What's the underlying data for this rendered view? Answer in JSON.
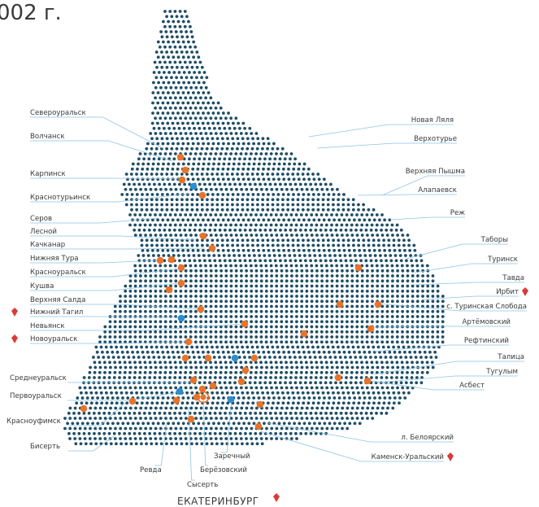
{
  "header": {
    "year_fragment": "002 г."
  },
  "colors": {
    "grid_dot": "#1f4e66",
    "city_orange": "#e8742a",
    "city_blue": "#2b8ed3",
    "leader_line": "#8fc3e6",
    "pin": "#d93a3a",
    "text": "#3a3a3a"
  },
  "legend_icons": {
    "pin": "map-pin-icon"
  },
  "capital": {
    "name": "ЕКАТЕРИНБУРГ"
  },
  "cities": [
    {
      "name": "Североуральск"
    },
    {
      "name": "Волчанск"
    },
    {
      "name": "Карпинск"
    },
    {
      "name": "Краснотурьинск"
    },
    {
      "name": "Серов"
    },
    {
      "name": "Лесной"
    },
    {
      "name": "Качканар"
    },
    {
      "name": "Нижняя Тура"
    },
    {
      "name": "Красноуральск"
    },
    {
      "name": "Кушва"
    },
    {
      "name": "Верхняя Салда"
    },
    {
      "name": "Нижний Тагил",
      "pin": true
    },
    {
      "name": "Невьянск"
    },
    {
      "name": "Новоуральск",
      "pin": true
    },
    {
      "name": "Среднеуральск"
    },
    {
      "name": "Первоуральск"
    },
    {
      "name": "Красноуфимск"
    },
    {
      "name": "Бисерть"
    },
    {
      "name": "Ревда"
    },
    {
      "name": "Сысерть"
    },
    {
      "name": "Берёзовский"
    },
    {
      "name": "Заречный"
    },
    {
      "name": "Новая Ляля"
    },
    {
      "name": "Верхотурье"
    },
    {
      "name": "Верхняя Пышма"
    },
    {
      "name": "Алапаевск"
    },
    {
      "name": "Реж"
    },
    {
      "name": "Таборы"
    },
    {
      "name": "Туринск"
    },
    {
      "name": "Тавда"
    },
    {
      "name": "Ирбит",
      "pin": true
    },
    {
      "name": "с. Туринская Слобода"
    },
    {
      "name": "Артёмовский"
    },
    {
      "name": "Рефтинский"
    },
    {
      "name": "Талица"
    },
    {
      "name": "Тугулым"
    },
    {
      "name": "Асбест"
    },
    {
      "name": "л. Белоярский"
    },
    {
      "name": "Каменск-Уральский",
      "pin": true
    }
  ]
}
